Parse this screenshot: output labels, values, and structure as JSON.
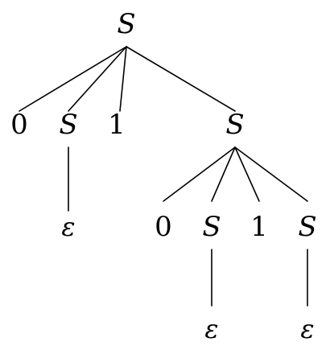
{
  "parse_tree": {
    "nodes": [
      {
        "id": "root",
        "label": "S",
        "kind": "nonterminal"
      },
      {
        "id": "a0",
        "label": "0",
        "kind": "terminal"
      },
      {
        "id": "aS",
        "label": "S",
        "kind": "nonterminal"
      },
      {
        "id": "a1",
        "label": "1",
        "kind": "terminal"
      },
      {
        "id": "aS2",
        "label": "S",
        "kind": "nonterminal"
      },
      {
        "id": "eps1",
        "label": "ε",
        "kind": "epsilon"
      },
      {
        "id": "b0",
        "label": "0",
        "kind": "terminal"
      },
      {
        "id": "bS",
        "label": "S",
        "kind": "nonterminal"
      },
      {
        "id": "b1",
        "label": "1",
        "kind": "terminal"
      },
      {
        "id": "bS2",
        "label": "S",
        "kind": "nonterminal"
      },
      {
        "id": "eps2",
        "label": "ε",
        "kind": "epsilon"
      },
      {
        "id": "eps3",
        "label": "ε",
        "kind": "epsilon"
      }
    ],
    "edges": [
      [
        "root",
        "a0"
      ],
      [
        "root",
        "aS"
      ],
      [
        "root",
        "a1"
      ],
      [
        "root",
        "aS2"
      ],
      [
        "aS",
        "eps1"
      ],
      [
        "aS2",
        "b0"
      ],
      [
        "aS2",
        "bS"
      ],
      [
        "aS2",
        "b1"
      ],
      [
        "aS2",
        "bS2"
      ],
      [
        "bS",
        "eps2"
      ],
      [
        "bS2",
        "eps3"
      ]
    ]
  },
  "colors": {
    "ink": "#000000",
    "background": "#ffffff"
  }
}
